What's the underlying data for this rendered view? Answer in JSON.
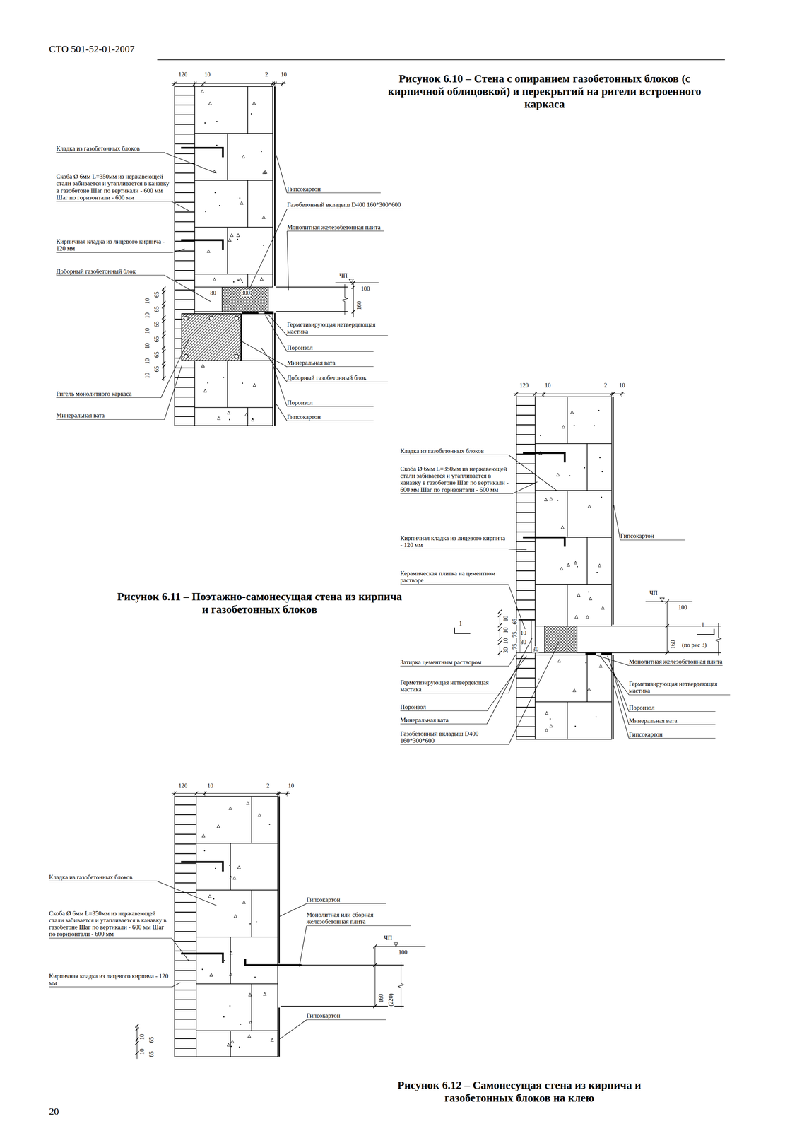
{
  "diagram": {
    "title": "СТО 501-52-01-2007",
    "labels": [
      "Рисунок 6.10 – Стена с опиранием газобетонных блоков (с кирпичной облицовкой) и перекрытий на ригели встроенного каркаса",
      "120",
      "10",
      "2",
      "10",
      "Кладка из газобетонных блоков",
      "Скоба Ø 6мм L=350мм из нержавеющей стали забивается и утапливается в канавку в газобетоне Шаг по вертикали - 600 мм Шаг по горизонтали - 600 мм",
      "Кирпичная кладка из лицевого кирпича - 120 мм",
      "Доборный газобетонный блок",
      "Ригель монолитного каркаса",
      "Минеральная вата",
      "Гипсокартон",
      "Газобетонный вкладыш D400 160*300*600",
      "Монолитная железобетонная плита",
      "ЧП",
      "100",
      "160",
      "80",
      "300",
      "Герметизирующая нетвердеющая мастика",
      "Пороизол",
      "Минеральная вата",
      "Доборный газобетонный блок",
      "Пороизол",
      "Гипсокартон",
      "10",
      "10",
      "10",
      "10",
      "10",
      "10",
      "65",
      "65",
      "65",
      "65",
      "65",
      "65",
      "Рисунок 6.11 – Поэтажно-самонесущая стена из кирпича и газобетонных блоков",
      "120",
      "10",
      "2",
      "10",
      "Кладка из газобетонных блоков",
      "Скоба Ø 6мм L=350мм из нержавеющей стали забивается и утапливается в канавку в газобетоне Шаг по вертикали - 600 мм Шаг по горизонтали - 600 мм",
      "Кирпичная кладка из лицевого кирпича - 120 мм",
      "Керамическая плитка на цементном растворе",
      "Гипсокартон",
      "ЧП",
      "100",
      "160",
      "1",
      "1",
      "(по рис 3)",
      "Затирка цементным раствором",
      "Герметизирующая нетвердеющая мастика",
      "Пороизол",
      "Минеральная вата",
      "Газобетонный вкладыш D400 160*300*600",
      "Монолитная железобетонная плита",
      "Герметизирующая нетвердеющая мастика",
      "Пороизол",
      "Минеральная вата",
      "Гипсокартон",
      "10",
      "10",
      "10",
      "65",
      "75",
      "75",
      "30",
      "10",
      "80",
      "30",
      "Рисунок 6.12 – Самонесущая стена из кирпича и газобетонных блоков на клею",
      "120",
      "10",
      "2",
      "10",
      "Кладка из газобетонных блоков",
      "Скоба Ø 6мм L=350мм из нержавеющей стали забивается и утапливается в канавку в газобетоне Шаг по вертикали - 600 мм Шаг по горизонтали - 600 мм",
      "Кирпичная кладка из лицевого кирпича - 120 мм",
      "Гипсокартон",
      "Монолитная или сборная железобетонная плита",
      "ЧП",
      "100",
      "160",
      "(220)",
      "Гипсокартон",
      "10",
      "10",
      "65",
      "65",
      "20"
    ]
  }
}
